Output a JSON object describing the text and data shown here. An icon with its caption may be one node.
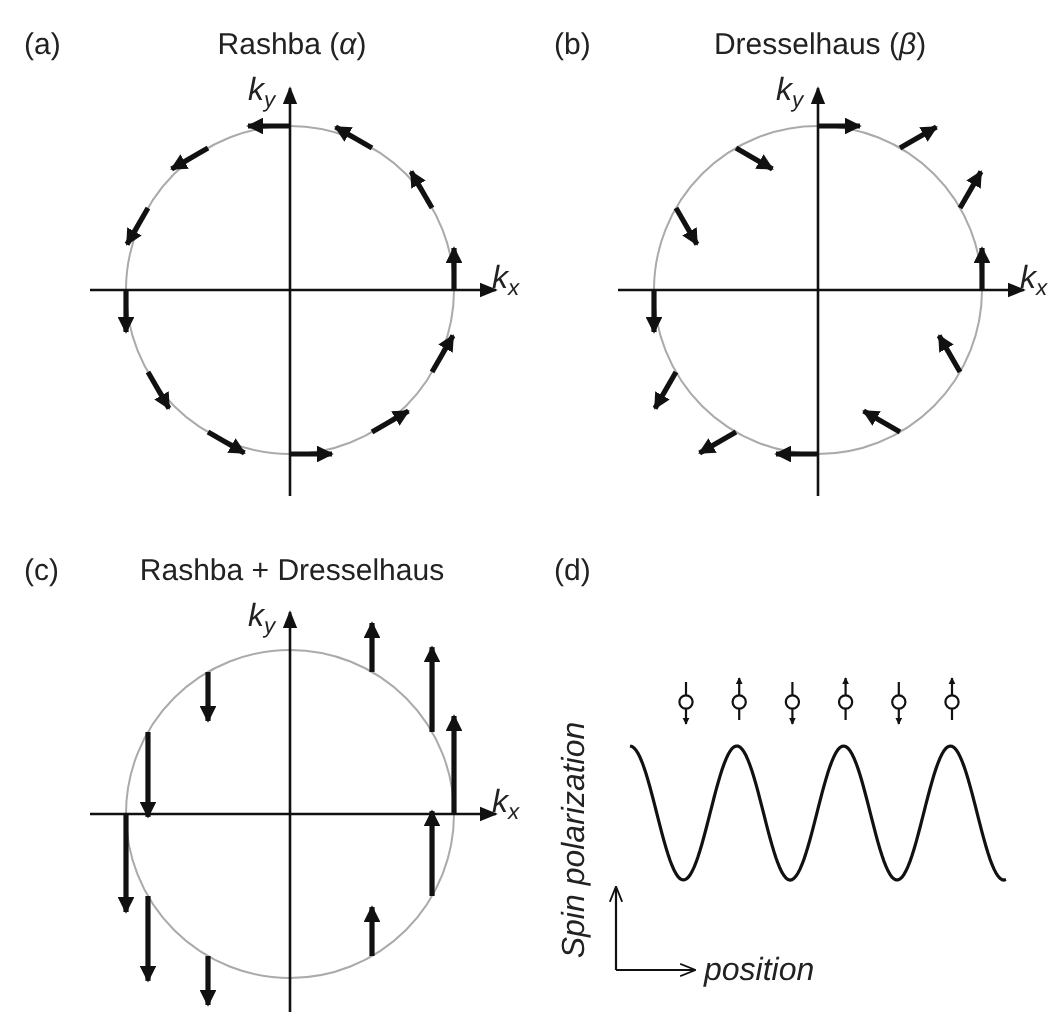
{
  "diagram": {
    "labels": [
      "(a)",
      "Rashba (*α*)",
      "(b)",
      "Dresselhaus (*β*)",
      "k$_{y}$",
      "k$_{y}$",
      "k$_{x}$",
      "k$_{x}$",
      "(c)",
      "Rashba + Dresselhaus",
      "(d)",
      "k$_{y}$",
      "k$_{x}$",
      "Spin polarization",
      "position"
    ]
  }
}
